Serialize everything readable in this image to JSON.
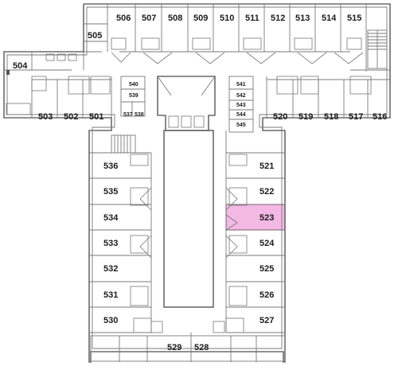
{
  "floor": {
    "highlight_room": "523",
    "highlight_color": "#f4b8e4",
    "wall_color": "#6b6b6b",
    "background": "#ffffff"
  },
  "rooms": {
    "r501": "501",
    "r502": "502",
    "r503": "503",
    "r504": "504",
    "r505": "505",
    "r506": "506",
    "r507": "507",
    "r508": "508",
    "r509": "509",
    "r510": "510",
    "r511": "511",
    "r512": "512",
    "r513": "513",
    "r514": "514",
    "r515": "515",
    "r516": "516",
    "r517": "517",
    "r518": "518",
    "r519": "519",
    "r520": "520",
    "r521": "521",
    "r522": "522",
    "r523": "523",
    "r524": "524",
    "r525": "525",
    "r526": "526",
    "r527": "527",
    "r528": "528",
    "r529": "529",
    "r530": "530",
    "r531": "531",
    "r532": "532",
    "r533": "533",
    "r534": "534",
    "r535": "535",
    "r536": "536",
    "r537": "537",
    "r538": "538",
    "r539": "539",
    "r540": "540",
    "r541": "541",
    "r542": "542",
    "r543": "543",
    "r544": "544",
    "r545": "545"
  }
}
